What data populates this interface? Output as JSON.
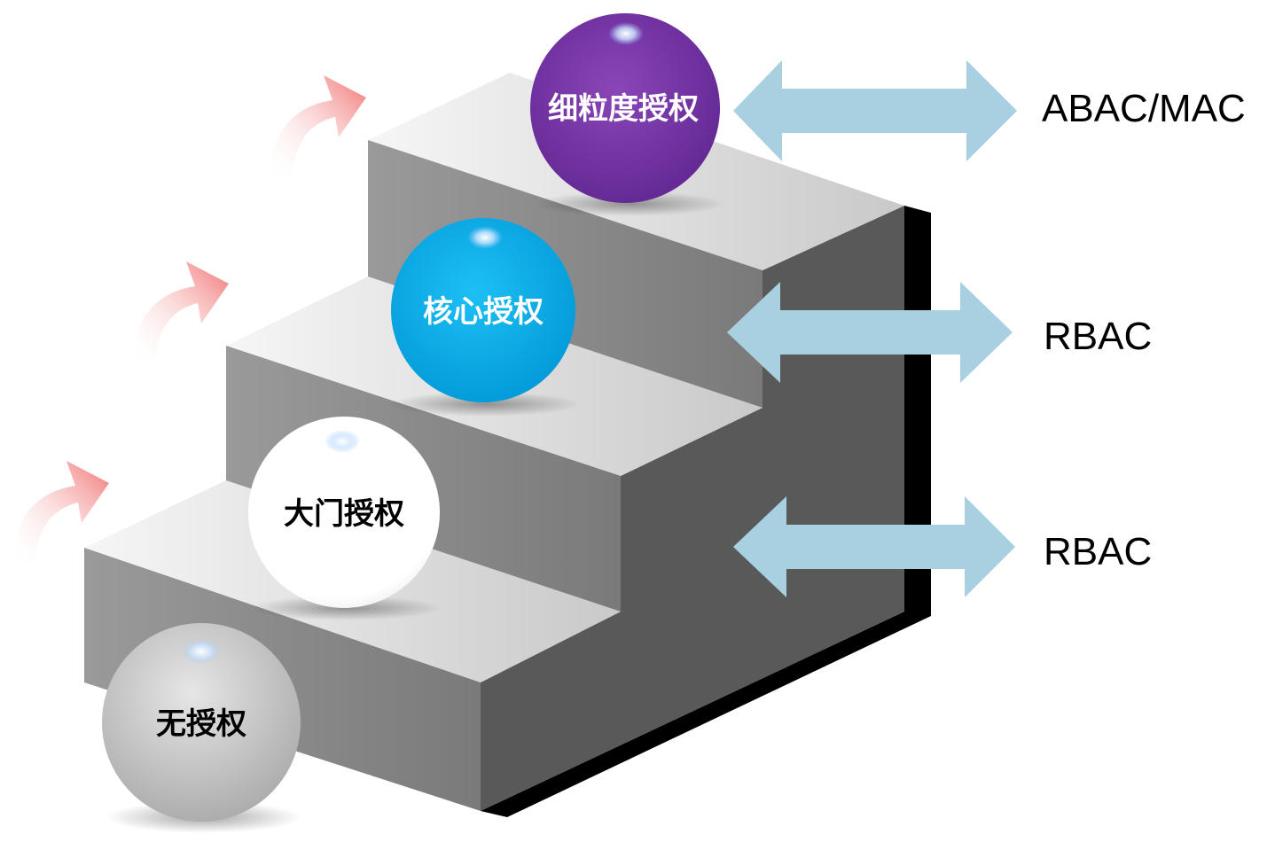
{
  "levels": [
    {
      "label": "无授权",
      "color": "#b9b9b9",
      "text_color": "#000000"
    },
    {
      "label": "大门授权",
      "color": "#ffffff",
      "text_color": "#000000"
    },
    {
      "label": "核心授权",
      "color": "#00b0ee",
      "text_color": "#ffffff"
    },
    {
      "label": "细粒度授权",
      "color": "#7030a0",
      "text_color": "#ffffff"
    }
  ],
  "models": [
    {
      "label": "RBAC"
    },
    {
      "label": "RBAC"
    },
    {
      "label": "ABAC/MAC"
    }
  ],
  "colors": {
    "arrow": "#a8d0e0",
    "curved_arrow": "#f08080",
    "step_top": "#d9d9d9",
    "step_riser": "#888888",
    "side_face": "#595959",
    "shadow_edge": "#000000"
  }
}
